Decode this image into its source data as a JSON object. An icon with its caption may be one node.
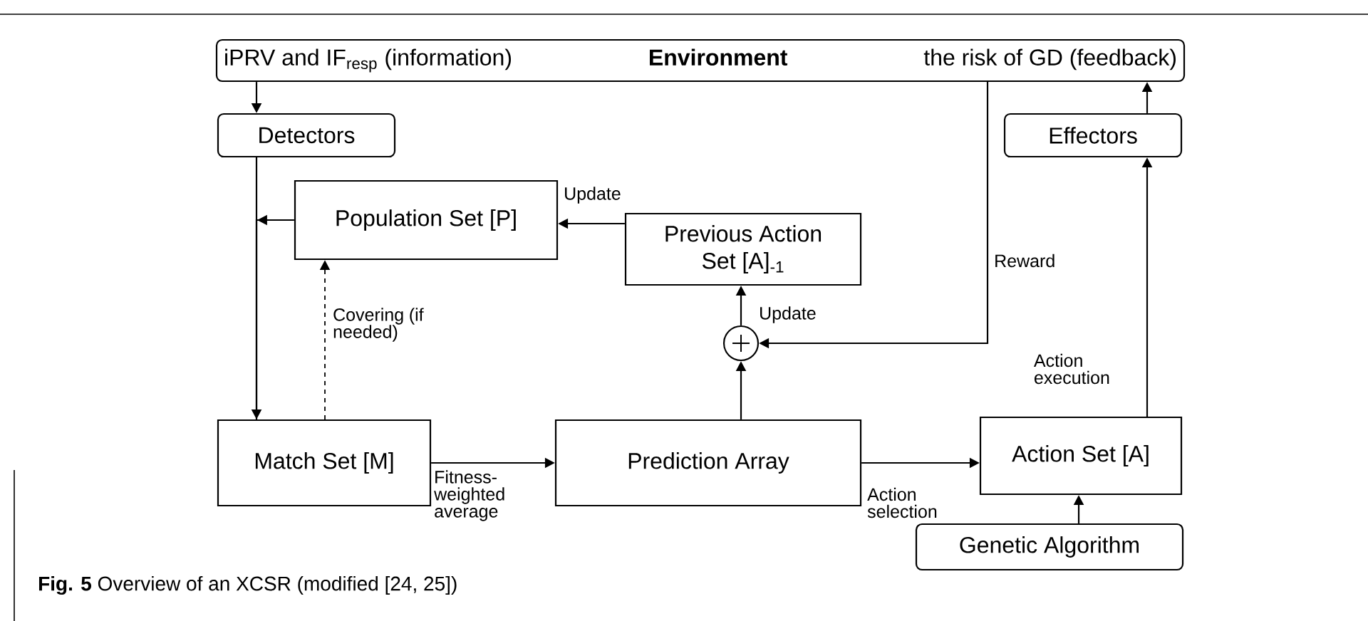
{
  "diagram": {
    "caption": "**Fig. 5** Overview of an XCSR (modified [24, 25])",
    "nodes": [
      {
        "text": [
          "iPRV and IF$_{resp}$ (information)",
          "Environment",
          "the risk of GD (feedback)"
        ]
      },
      {
        "text": [
          "Detectors"
        ]
      },
      {
        "text": [
          "Effectors"
        ]
      },
      {
        "text": [
          "Population Set [P]"
        ]
      },
      {
        "text": [
          "Previous Action Set [A]$_{-1}$"
        ]
      },
      {
        "text": [],
        "shape": "circle"
      },
      {
        "text": [
          "Match Set [M]"
        ]
      },
      {
        "text": [
          "Prediction Array"
        ]
      },
      {
        "text": [
          "Action Set [A]"
        ]
      },
      {
        "text": [
          "Genetic Algorithm"
        ]
      }
    ],
    "edges": [
      {
        "from": 0,
        "to": 1,
        "arrow": "to"
      },
      {
        "from": 1,
        "to": 6,
        "arrow": "to"
      },
      {
        "from": 3,
        "to": 6,
        "arrow": "to"
      },
      {
        "from": 4,
        "to": 3,
        "arrow": "to",
        "label": "Update"
      },
      {
        "from": 6,
        "to": 3,
        "arrow": "to",
        "style": "dashed",
        "label": "Covering (if needed)"
      },
      {
        "from": 6,
        "to": 7,
        "arrow": "to",
        "label": "Fitness-weighted average"
      },
      {
        "from": 7,
        "to": 5,
        "arrow": "to"
      },
      {
        "from": 0,
        "to": 5,
        "arrow": "to",
        "label": "Reward"
      },
      {
        "from": 5,
        "to": 4,
        "arrow": "to",
        "label": "Update"
      },
      {
        "from": 7,
        "to": 8,
        "arrow": "to",
        "label": "Action selection"
      },
      {
        "from": 9,
        "to": 8,
        "arrow": "to"
      },
      {
        "from": 8,
        "to": 2,
        "arrow": "to",
        "label": "Action execution"
      },
      {
        "from": 2,
        "to": 0,
        "arrow": "to"
      }
    ]
  }
}
